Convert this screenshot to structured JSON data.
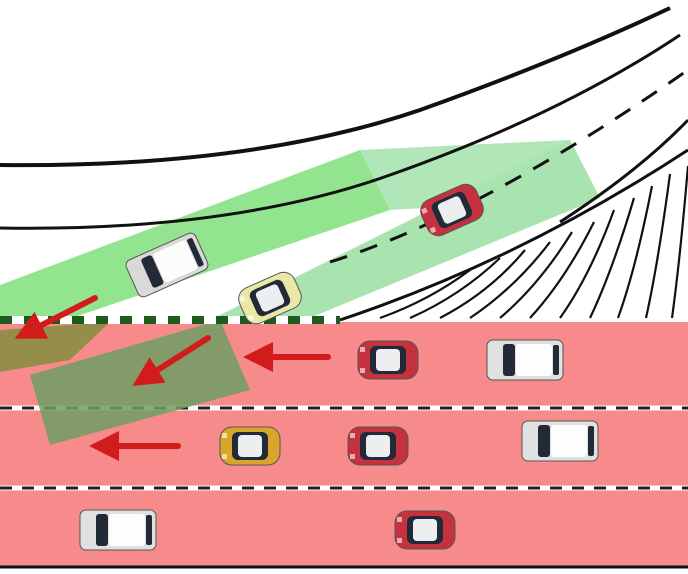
{
  "scene": {
    "colors": {
      "highway_lane": "#f78b8b",
      "merge_zone_light": "#a8e3b0",
      "merge_zone_bright": "#7fe07a",
      "deceleration_path": "#6f9d63",
      "arrow": "#d21c1c",
      "road_line": "#111111",
      "lane_dash": "#ffffff"
    },
    "vehicles": [
      {
        "id": "ramp-red-car",
        "color": "#c4323f",
        "type": "sedan"
      },
      {
        "id": "ramp-white-suv",
        "color": "#d9d9d9",
        "type": "suv"
      },
      {
        "id": "merging-yellow-car",
        "color": "#e9e8a6",
        "type": "sedan"
      },
      {
        "id": "lane1-red-car",
        "color": "#c4323f",
        "type": "sedan"
      },
      {
        "id": "lane1-white-suv",
        "color": "#e0e0e0",
        "type": "suv"
      },
      {
        "id": "lane2-yellow-car",
        "color": "#d9a52a",
        "type": "sedan"
      },
      {
        "id": "lane2-red-car",
        "color": "#c4323f",
        "type": "sedan"
      },
      {
        "id": "lane2-white-suv",
        "color": "#e0e0e0",
        "type": "suv"
      },
      {
        "id": "lane3-white-suv",
        "color": "#e0e0e0",
        "type": "suv"
      },
      {
        "id": "lane3-red-car",
        "color": "#c4323f",
        "type": "sedan"
      }
    ],
    "arrows": [
      {
        "id": "ramp-arrow"
      },
      {
        "id": "merge-arrow"
      },
      {
        "id": "lane1-arrow"
      },
      {
        "id": "lane2-arrow"
      }
    ]
  }
}
